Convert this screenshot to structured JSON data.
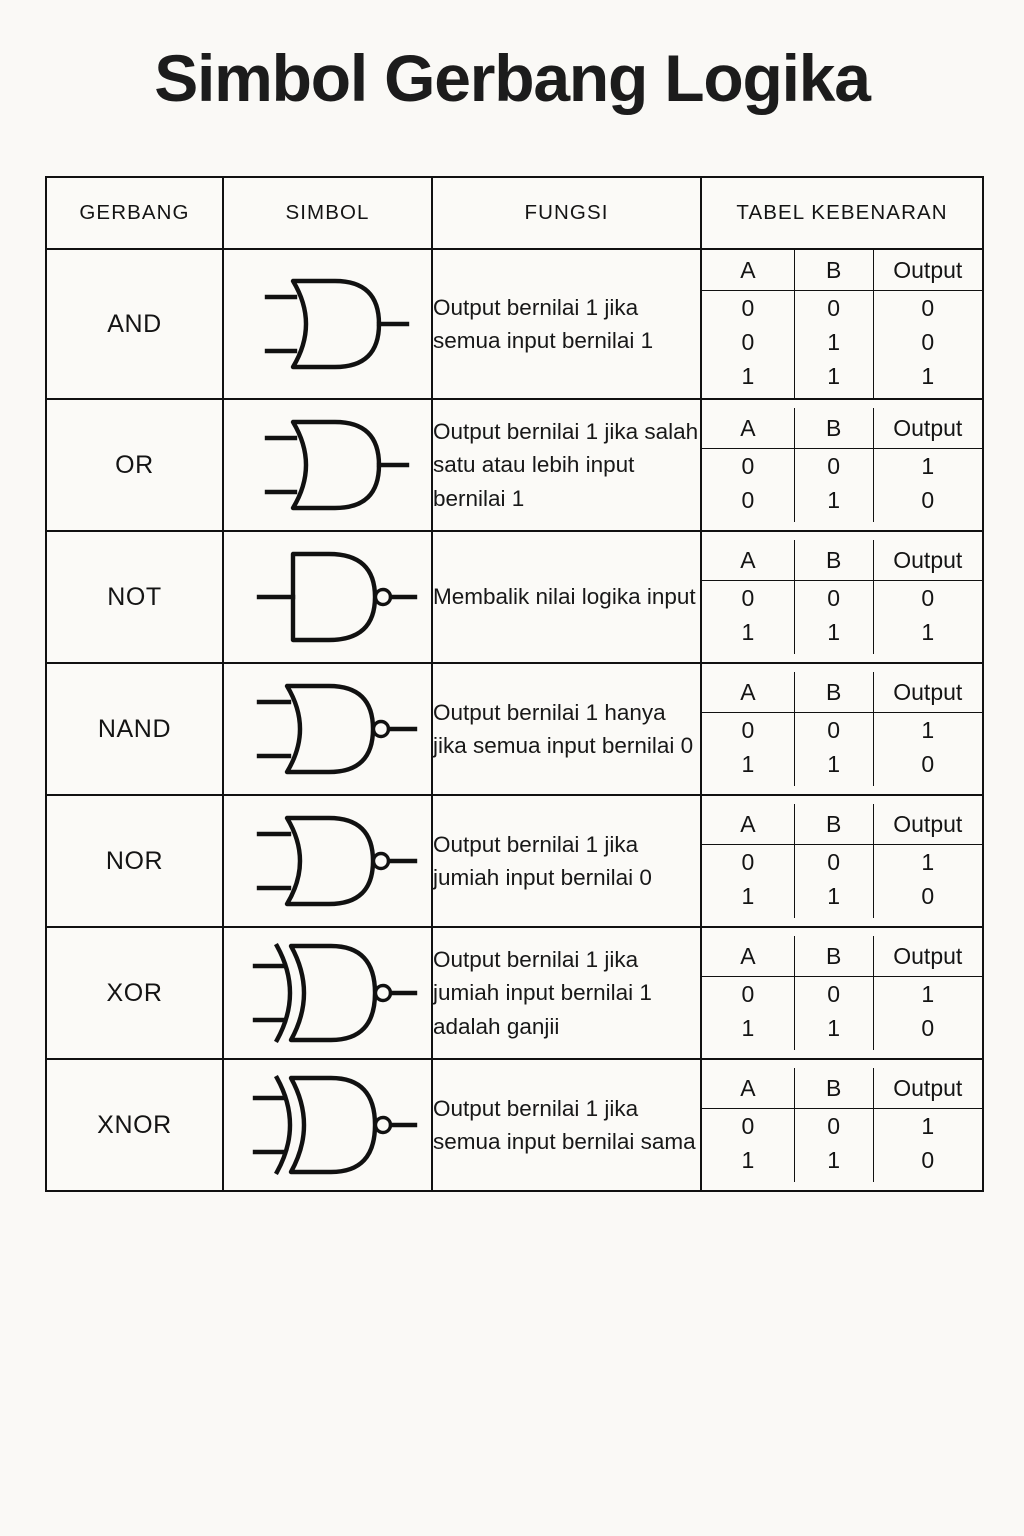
{
  "page": {
    "title": "Simbol Gerbang Logika",
    "background_color": "#faf9f6",
    "ink_color": "#111111"
  },
  "table": {
    "headers": {
      "gate": "GERBANG",
      "symbol": "SIMBOL",
      "function": "FUNGSI",
      "truth_table": "TABEL KEBENARAN"
    },
    "truth_headers": {
      "a": "A",
      "b": "B",
      "output": "Output"
    },
    "rows": [
      {
        "gate": "AND",
        "symbol_icon": "and-gate-icon",
        "function": "Output bernilai 1 jika semua input bernilai 1",
        "truth": [
          {
            "a": "0",
            "b": "0",
            "out": "0"
          },
          {
            "a": "0",
            "b": "1",
            "out": "0"
          },
          {
            "a": "1",
            "b": "1",
            "out": "1"
          }
        ]
      },
      {
        "gate": "OR",
        "symbol_icon": "or-gate-icon",
        "function": "Output bernilai 1 jika salah satu atau lebih input bernilai 1",
        "truth": [
          {
            "a": "0",
            "b": "0",
            "out": "1"
          },
          {
            "a": "0",
            "b": "1",
            "out": "0"
          }
        ]
      },
      {
        "gate": "NOT",
        "symbol_icon": "not-gate-icon",
        "function": "Membalik nilai logika input",
        "truth": [
          {
            "a": "0",
            "b": "0",
            "out": "0"
          },
          {
            "a": "1",
            "b": "1",
            "out": "1"
          }
        ]
      },
      {
        "gate": "NAND",
        "symbol_icon": "nand-gate-icon",
        "function": "Output bernilai 1 hanya jika semua input bernilai 0",
        "truth": [
          {
            "a": "0",
            "b": "0",
            "out": "1"
          },
          {
            "a": "1",
            "b": "1",
            "out": "0"
          }
        ]
      },
      {
        "gate": "NOR",
        "symbol_icon": "nor-gate-icon",
        "function": "Output bernilai 1 jika jumiah input bernilai 0",
        "truth": [
          {
            "a": "0",
            "b": "0",
            "out": "1"
          },
          {
            "a": "1",
            "b": "1",
            "out": "0"
          }
        ]
      },
      {
        "gate": "XOR",
        "symbol_icon": "xor-gate-icon",
        "function": "Output bernilai 1 jika jumiah input bernilai 1 adalah ganjii",
        "truth": [
          {
            "a": "0",
            "b": "0",
            "out": "1"
          },
          {
            "a": "1",
            "b": "1",
            "out": "0"
          }
        ]
      },
      {
        "gate": "XNOR",
        "symbol_icon": "xnor-gate-icon",
        "function": "Output bernilai 1 jika semua input bernilai sama",
        "truth": [
          {
            "a": "0",
            "b": "0",
            "out": "1"
          },
          {
            "a": "1",
            "b": "1",
            "out": "0"
          }
        ]
      }
    ]
  }
}
